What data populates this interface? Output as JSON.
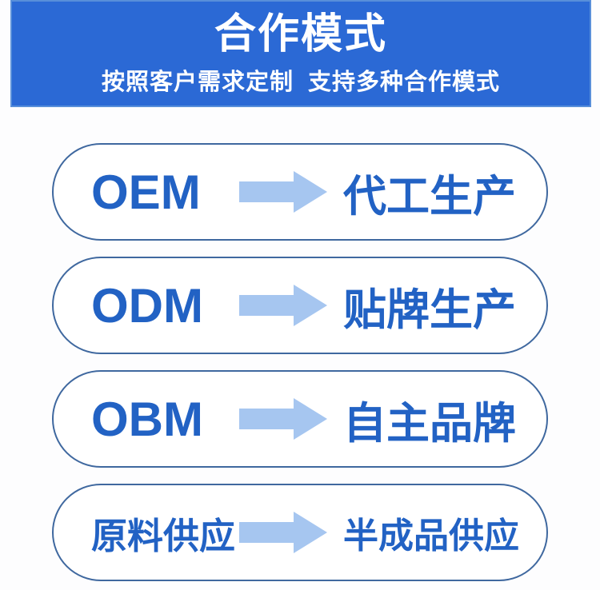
{
  "header": {
    "title": "合作模式",
    "subtitle": "按照客户需求定制  支持多种合作模式"
  },
  "rows": [
    {
      "left": "OEM",
      "right": "代工生产"
    },
    {
      "left": "ODM",
      "right": "贴牌生产"
    },
    {
      "left": "OBM",
      "right": "自主品牌"
    },
    {
      "left": "原料供应",
      "right": "半成品供应"
    }
  ],
  "icons": {
    "arrow": "right-arrow"
  },
  "colors": {
    "banner_bg": "#2b69d5",
    "header_text": "#ffffff",
    "text_blue": "#2262c4",
    "pill_border": "#3f689f",
    "arrow_fill": "#a6c6f0"
  }
}
